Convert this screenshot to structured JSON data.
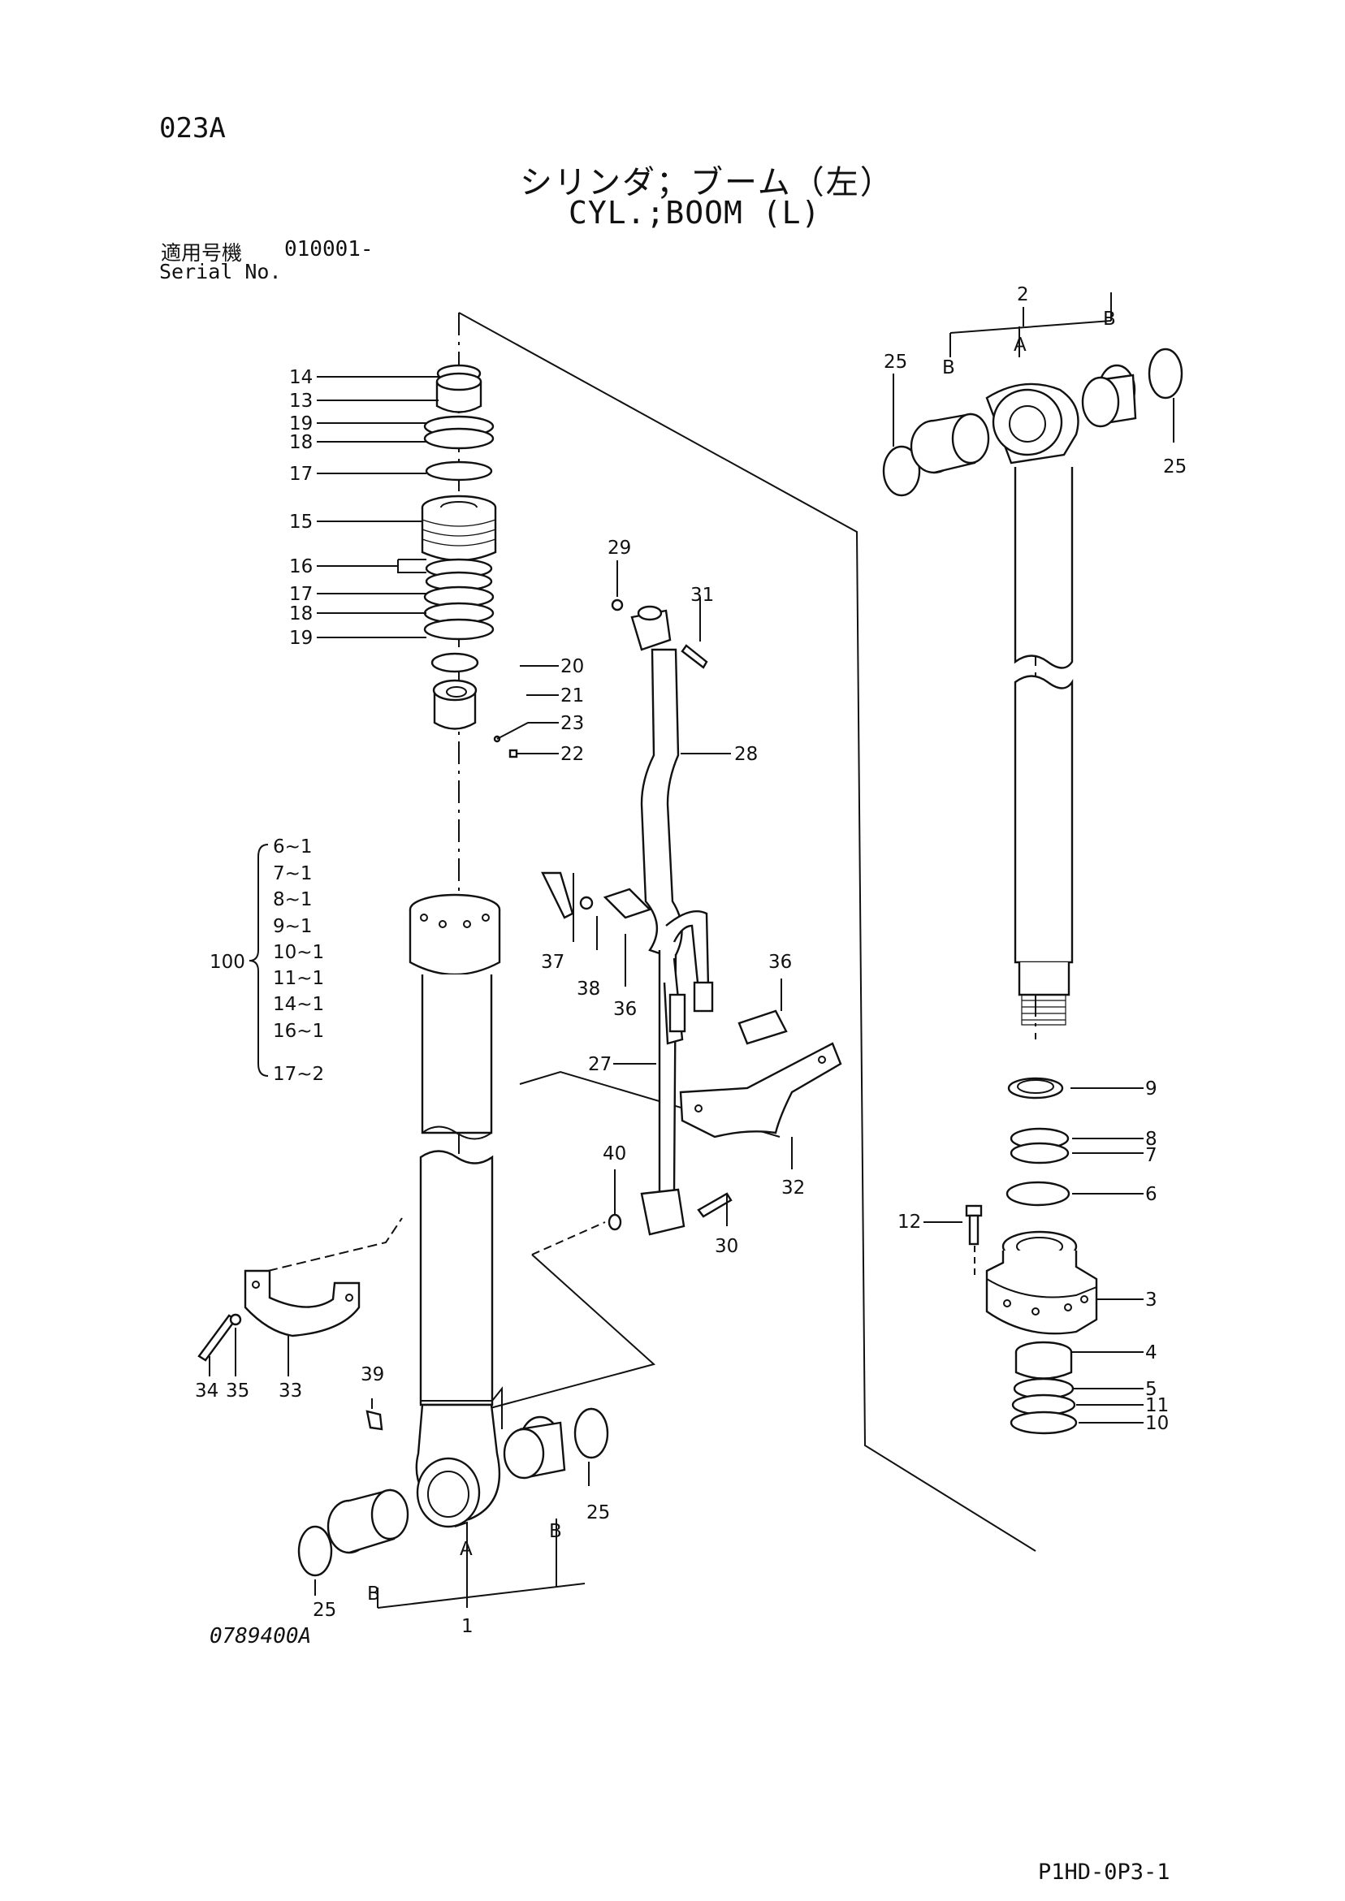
{
  "header": {
    "page_code": "023A",
    "title_jp": "シリンダ；ブーム（左）",
    "title_en": "CYL.;BOOM (L)",
    "serial_label_jp": "適用号機",
    "serial_value": "010001-",
    "serial_label_en": "Serial No."
  },
  "footer": {
    "drawing_number": "0789400A",
    "page_reference": "P1HD-0P3-1"
  },
  "callouts": {
    "n1": "1",
    "n2": "2",
    "n3": "3",
    "n4": "4",
    "n5": "5",
    "n6": "6",
    "n7": "7",
    "n8": "8",
    "n9": "9",
    "n10": "10",
    "n11": "11",
    "n12": "12",
    "n13": "13",
    "n14": "14",
    "n15": "15",
    "n16": "16",
    "n17": "17",
    "n18": "18",
    "n19": "19",
    "n20": "20",
    "n21": "21",
    "n22": "22",
    "n23": "23",
    "n25": "25",
    "n27": "27",
    "n28": "28",
    "n29": "29",
    "n30": "30",
    "n31": "31",
    "n32": "32",
    "n33": "33",
    "n34": "34",
    "n35": "35",
    "n36": "36",
    "n37": "37",
    "n38": "38",
    "n39": "39",
    "n40": "40",
    "n100": "100",
    "letter_a": "A",
    "letter_b": "B"
  },
  "kit_100": [
    "6~1",
    "7~1",
    "8~1",
    "9~1",
    "10~1",
    "11~1",
    "14~1",
    "16~1",
    "17~2"
  ]
}
